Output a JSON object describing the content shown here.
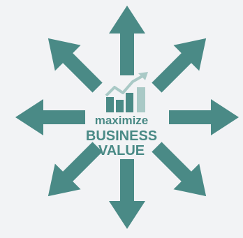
{
  "colors": {
    "background": "#f2f3f5",
    "arrow": "#4a8a86",
    "icon_light": "#a9c9c6",
    "icon_dark": "#4a8a86",
    "text": "#4a8a86"
  },
  "center": {
    "icon": "growth-chart-icon",
    "line1": "maximize",
    "line2": "BUSINESS",
    "line3": "VALUE"
  },
  "arrows": [
    "up",
    "up-right",
    "right",
    "down-right",
    "down",
    "down-left",
    "left",
    "up-left"
  ]
}
